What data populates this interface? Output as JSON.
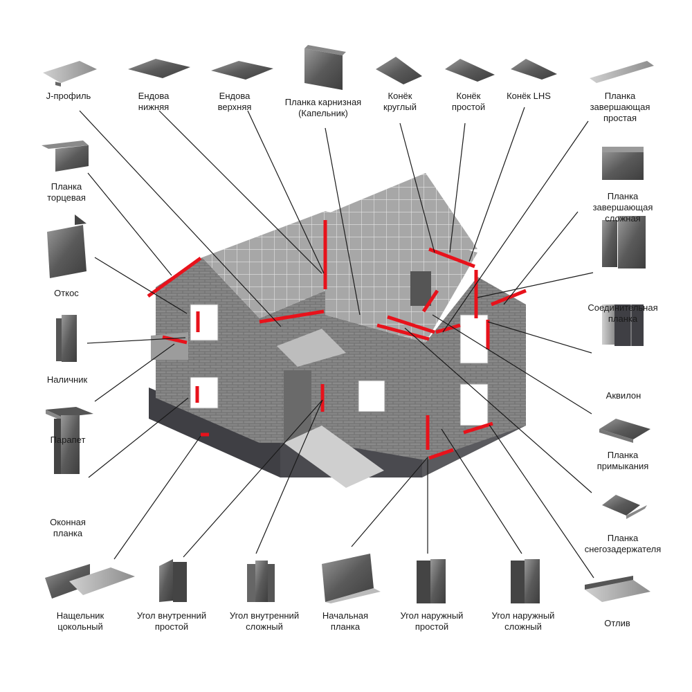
{
  "title": "Схема доборных элементов фасада и кровли",
  "accent_color": "#e8121b",
  "line_color": "#1a1a1a",
  "top_row": [
    {
      "id": "j-profile",
      "lines": [
        "J-профиль"
      ]
    },
    {
      "id": "valley-lower",
      "lines": [
        "Ендова",
        "нижняя"
      ]
    },
    {
      "id": "valley-upper",
      "lines": [
        "Ендова",
        "верхняя"
      ]
    },
    {
      "id": "eaves-drip",
      "lines": [
        "Планка карнизная",
        "(Капельник)"
      ]
    },
    {
      "id": "ridge-round",
      "lines": [
        "Конёк",
        "круглый"
      ]
    },
    {
      "id": "ridge-simple",
      "lines": [
        "Конёк",
        "простой"
      ]
    },
    {
      "id": "ridge-lhs",
      "lines": [
        "Конёк LHS"
      ]
    },
    {
      "id": "finish-simple",
      "lines": [
        "Планка",
        "завершающая",
        "простая"
      ]
    }
  ],
  "left_column": [
    {
      "id": "gable-trim",
      "lines": [
        "Планка",
        "торцевая"
      ]
    },
    {
      "id": "reveal",
      "lines": [
        "Откос"
      ]
    },
    {
      "id": "casing",
      "lines": [
        "Наличник"
      ]
    },
    {
      "id": "parapet",
      "lines": [
        "Парапет"
      ]
    },
    {
      "id": "window-trim",
      "lines": [
        "Оконная",
        "планка"
      ]
    }
  ],
  "right_column": [
    {
      "id": "finish-complex",
      "lines": [
        "Планка",
        "завершающая",
        "сложная"
      ]
    },
    {
      "id": "connector",
      "lines": [
        "Соединительная",
        "планка"
      ]
    },
    {
      "id": "akvilon",
      "lines": [
        "Аквилон"
      ]
    },
    {
      "id": "abutment",
      "lines": [
        "Планка",
        "примыкания"
      ]
    },
    {
      "id": "snow-guard",
      "lines": [
        "Планка",
        "снегозадержателя"
      ]
    }
  ],
  "bottom_row": [
    {
      "id": "plinth-flashing",
      "lines": [
        "Нащельник",
        "цокольный"
      ]
    },
    {
      "id": "inner-corner-simple",
      "lines": [
        "Угол внутренний",
        "простой"
      ]
    },
    {
      "id": "inner-corner-complex",
      "lines": [
        "Угол внутренний",
        "сложный"
      ]
    },
    {
      "id": "starter-strip",
      "lines": [
        "Начальная",
        "планка"
      ]
    },
    {
      "id": "outer-corner-simple",
      "lines": [
        "Угол наружный",
        "простой"
      ]
    },
    {
      "id": "outer-corner-complex",
      "lines": [
        "Угол наружный",
        "сложный"
      ]
    },
    {
      "id": "drip-sill",
      "lines": [
        "Отлив"
      ]
    }
  ]
}
